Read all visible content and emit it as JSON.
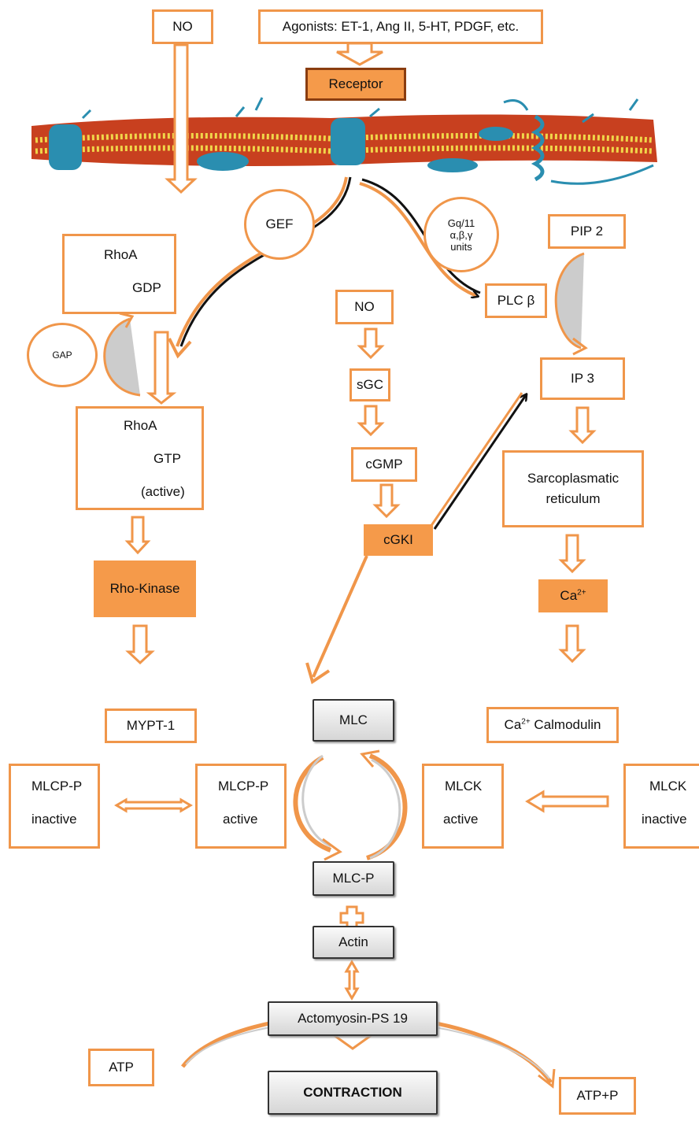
{
  "colors": {
    "orange": "#f0964a",
    "orange_fill": "#f59a4a",
    "dark": "#111111",
    "membrane_red": "#c8401f",
    "membrane_yellow": "#f0d64a",
    "channel": "#2a8eb0"
  },
  "top": {
    "no": "NO",
    "agonists": "Agonists: ET-1, Ang II, 5-HT, PDGF, etc.",
    "receptor": "Receptor"
  },
  "left": {
    "gef": "GEF",
    "gap": "GAP",
    "rhoa_gdp": [
      "RhoA",
      "GDP"
    ],
    "rhoa_gtp": [
      "RhoA",
      "GTP",
      "(active)"
    ],
    "rho_kinase": "Rho-Kinase",
    "mypt": "MYPT-1",
    "mlcp_inactive": [
      "MLCP-P",
      "inactive"
    ],
    "mlcp_active": [
      "MLCP-P",
      "active"
    ]
  },
  "center": {
    "no": "NO",
    "sgc": "sGC",
    "cgmp": "cGMP",
    "cgki": "cGKI",
    "mlc": "MLC",
    "mlcp": "MLC-P",
    "actin": "Actin",
    "actomyosin": "Actomyosin-PS 19",
    "contraction": "CONTRACTION"
  },
  "right": {
    "gq": [
      "Gq/11",
      "α,β,γ",
      "units"
    ],
    "pip2": "PIP 2",
    "plc": "PLC β",
    "ip3": "IP 3",
    "sr": [
      "Sarcoplasmatic",
      "reticulum"
    ],
    "ca": {
      "base": "Ca",
      "sup": "2+"
    },
    "ca_calmodulin": {
      "base": "Ca",
      "sup": "2+",
      "rest": " Calmodulin"
    },
    "mlck_active": [
      "MLCK",
      "active"
    ],
    "mlck_inactive": [
      "MLCK",
      "inactive"
    ]
  },
  "bottom": {
    "atp": "ATP",
    "atp_p": "ATP+P"
  }
}
